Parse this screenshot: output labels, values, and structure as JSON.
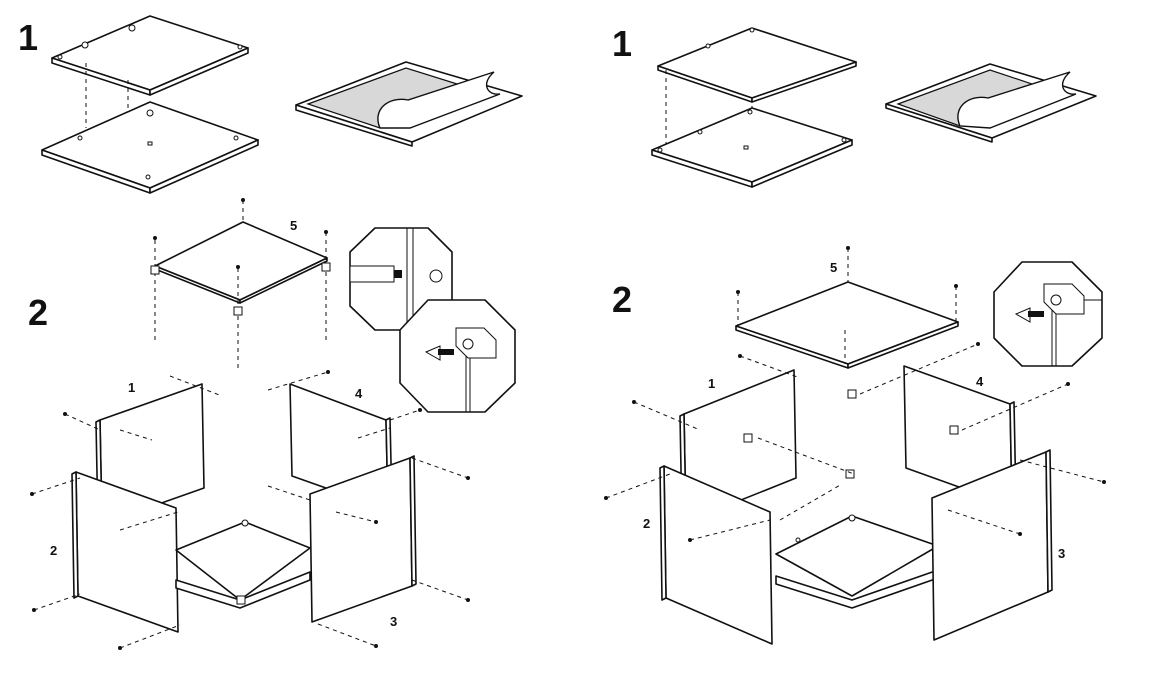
{
  "left": {
    "step1": "1",
    "step2": "2",
    "parts": {
      "p1": "1",
      "p2": "2",
      "p3": "3",
      "p4": "4",
      "p5": "5"
    }
  },
  "right": {
    "step1": "1",
    "step2": "2",
    "parts": {
      "p1": "1",
      "p2": "2",
      "p3": "3",
      "p4": "4",
      "p5": "5"
    }
  },
  "icons": [
    "screw-icon",
    "square-nut-icon",
    "screwdriver-icon",
    "protective-film-icon"
  ]
}
